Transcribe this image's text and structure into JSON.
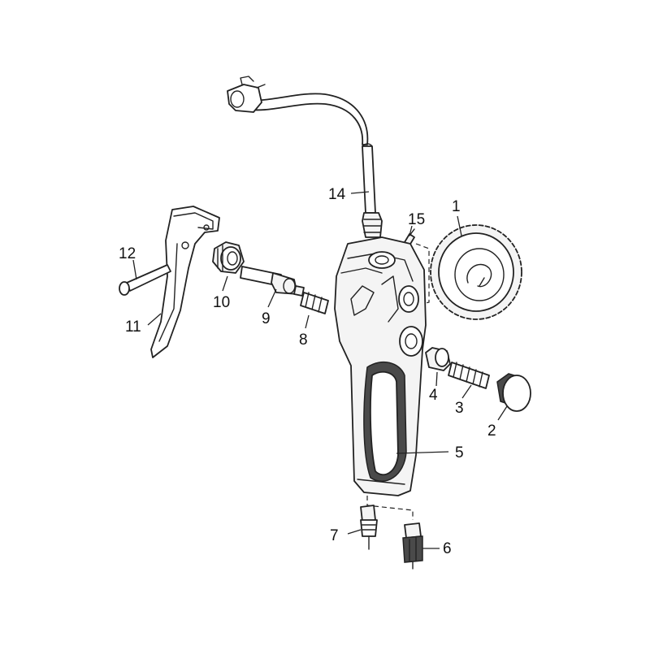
{
  "callouts": {
    "c1": "1",
    "c2": "2",
    "c3": "3",
    "c4": "4",
    "c5": "5",
    "c6": "6",
    "c7": "7",
    "c8": "8",
    "c9": "9",
    "c10": "10",
    "c11": "11",
    "c12": "12",
    "c14": "14",
    "c15": "15"
  }
}
